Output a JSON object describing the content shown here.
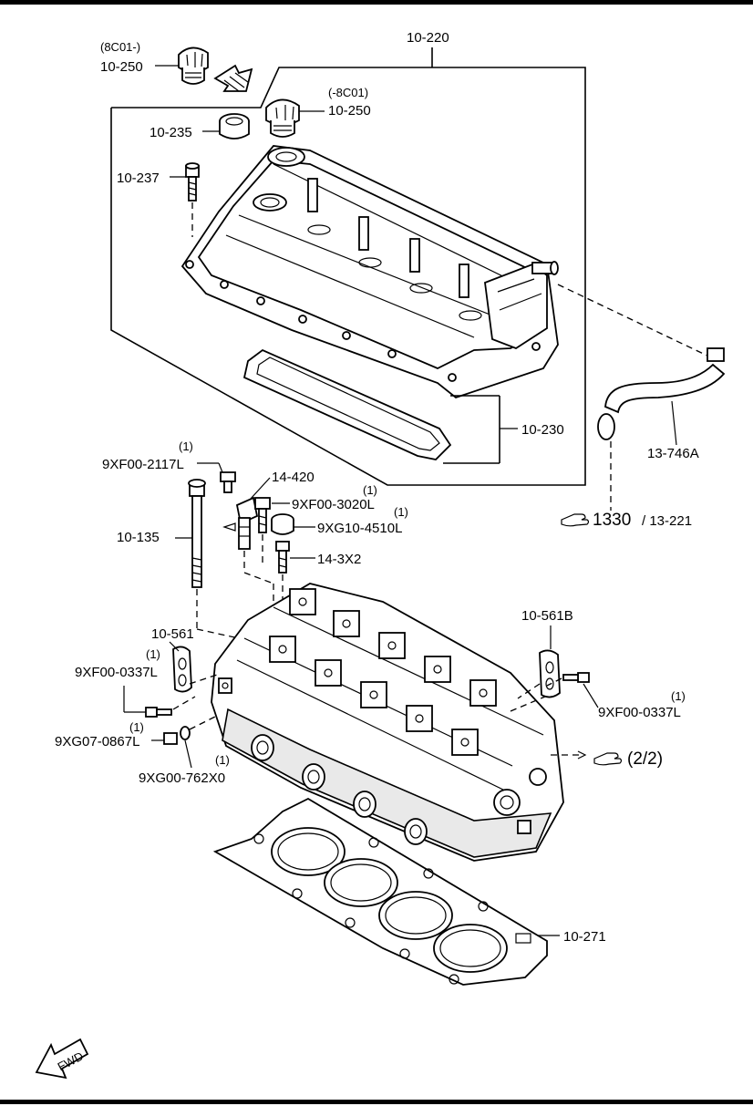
{
  "callouts": {
    "c_10_220": "10-220",
    "c_8c01_plus": "(8C01-)",
    "c_10_250_top": "10-250",
    "c_minus_8c01": "(-8C01)",
    "c_10_250_mid": "10-250",
    "c_10_235": "10-235",
    "c_10_237": "10-237",
    "c_10_230": "10-230",
    "c_13_746a": "13-746A",
    "c_ref_1330": "1330",
    "c_ref_13_221": "/ 13-221",
    "c_qty_2117": "(1)",
    "c_9xf00_2117l": "9XF00-2117L",
    "c_14_420": "14-420",
    "c_qty_3020": "(1)",
    "c_9xf00_3020l": "9XF00-3020L",
    "c_qty_4510": "(1)",
    "c_9xg10_4510l": "9XG10-4510L",
    "c_10_135": "10-135",
    "c_14_3x2": "14-3X2",
    "c_10_561": "10-561",
    "c_qty_0337_left": "(1)",
    "c_9xf00_0337l_left": "9XF00-0337L",
    "c_qty_0867": "(1)",
    "c_9xg07_0867l": "9XG07-0867L",
    "c_qty_762": "(1)",
    "c_9xg00_762x0": "9XG00-762X0",
    "c_10_561b": "10-561B",
    "c_qty_0337_right": "(1)",
    "c_9xf00_0337l_right": "9XF00-0337L",
    "c_ref_2_2": "(2/2)",
    "c_10_271": "10-271",
    "c_fwd": "FWD"
  },
  "icons": {
    "reference_pointer": "pointing-hand-icon",
    "direction_arrow": "fwd-arrow-icon"
  },
  "colors": {
    "line": "#000000",
    "background": "#ffffff"
  }
}
